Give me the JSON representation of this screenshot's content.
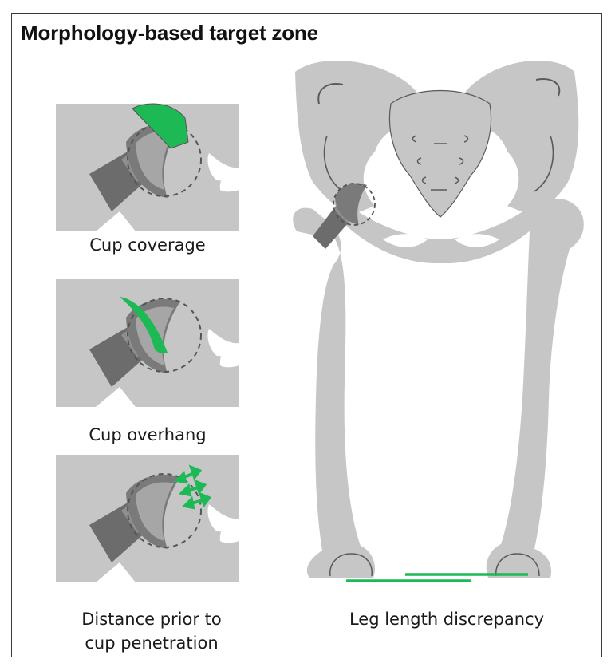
{
  "title": "Morphology-based target zone",
  "panels": [
    {
      "caption": "Cup coverage",
      "icon": "green-coverage-wedge"
    },
    {
      "caption": "Cup overhang",
      "icon": "green-overhang-crescent"
    },
    {
      "caption_line1": "Distance prior to",
      "caption_line2": "cup penetration",
      "icon": "green-distance-arrows"
    }
  ],
  "pelvis": {
    "caption": "Leg length discrepancy"
  },
  "colors": {
    "bone": "#c6c6c6",
    "bone_outline": "#5a5a5a",
    "implant_dark": "#6c6c6c",
    "implant_mid": "#8f8f8f",
    "highlight": "#1db954",
    "frame": "#3a3a3a"
  }
}
